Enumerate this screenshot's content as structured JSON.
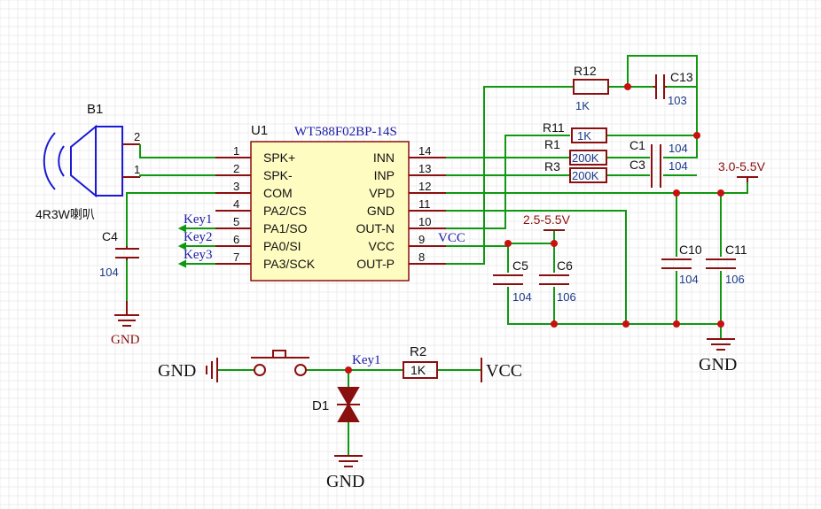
{
  "speaker": {
    "ref": "B1",
    "value": "4R3W喇叭",
    "pin1": "1",
    "pin2": "2"
  },
  "chip": {
    "ref": "U1",
    "name": "WT588F02BP-14S",
    "left_pins": [
      {
        "num": "1",
        "name": "SPK+"
      },
      {
        "num": "2",
        "name": "SPK-"
      },
      {
        "num": "3",
        "name": "COM"
      },
      {
        "num": "4",
        "name": "PA2/CS"
      },
      {
        "num": "5",
        "name": "PA1/SO"
      },
      {
        "num": "6",
        "name": "PA0/SI"
      },
      {
        "num": "7",
        "name": "PA3/SCK"
      }
    ],
    "right_pins": [
      {
        "num": "14",
        "name": "INN"
      },
      {
        "num": "13",
        "name": "INP"
      },
      {
        "num": "12",
        "name": "VPD"
      },
      {
        "num": "11",
        "name": "GND"
      },
      {
        "num": "10",
        "name": "OUT-N"
      },
      {
        "num": "9",
        "name": "VCC"
      },
      {
        "num": "8",
        "name": "OUT-P"
      }
    ]
  },
  "nets": {
    "key1": "Key1",
    "key2": "Key2",
    "key3": "Key3",
    "vcc_pin": "VCC",
    "supply_a": "3.0-5.5V",
    "supply_b": "2.5-5.5V",
    "gnd_c4": "GND",
    "gnd_main": "GND",
    "gnd_switch": "GND",
    "gnd_d1": "GND",
    "key1_node": "Key1",
    "vcc_r2": "VCC"
  },
  "components": {
    "c4": {
      "ref": "C4",
      "value": "104"
    },
    "r12": {
      "ref": "R12",
      "value": "1K"
    },
    "c13": {
      "ref": "C13",
      "value": "103"
    },
    "r11": {
      "ref": "R11",
      "value": "1K"
    },
    "r1": {
      "ref": "R1",
      "value": "200K"
    },
    "r3": {
      "ref": "R3",
      "value": "200K"
    },
    "c1": {
      "ref": "C1",
      "value": "104"
    },
    "c3": {
      "ref": "C3",
      "value": "104"
    },
    "c5": {
      "ref": "C5",
      "value": "104"
    },
    "c6": {
      "ref": "C6",
      "value": "106"
    },
    "c10": {
      "ref": "C10",
      "value": "104"
    },
    "c11": {
      "ref": "C11",
      "value": "106"
    },
    "r2": {
      "ref": "R2",
      "value": "1K"
    },
    "d1": {
      "ref": "D1"
    }
  },
  "colors": {
    "wire": "#109810",
    "component": "#8a0f0f",
    "chip_fill": "#fffcc2",
    "speaker": "#1a1ad6",
    "junction": "#c81010"
  }
}
